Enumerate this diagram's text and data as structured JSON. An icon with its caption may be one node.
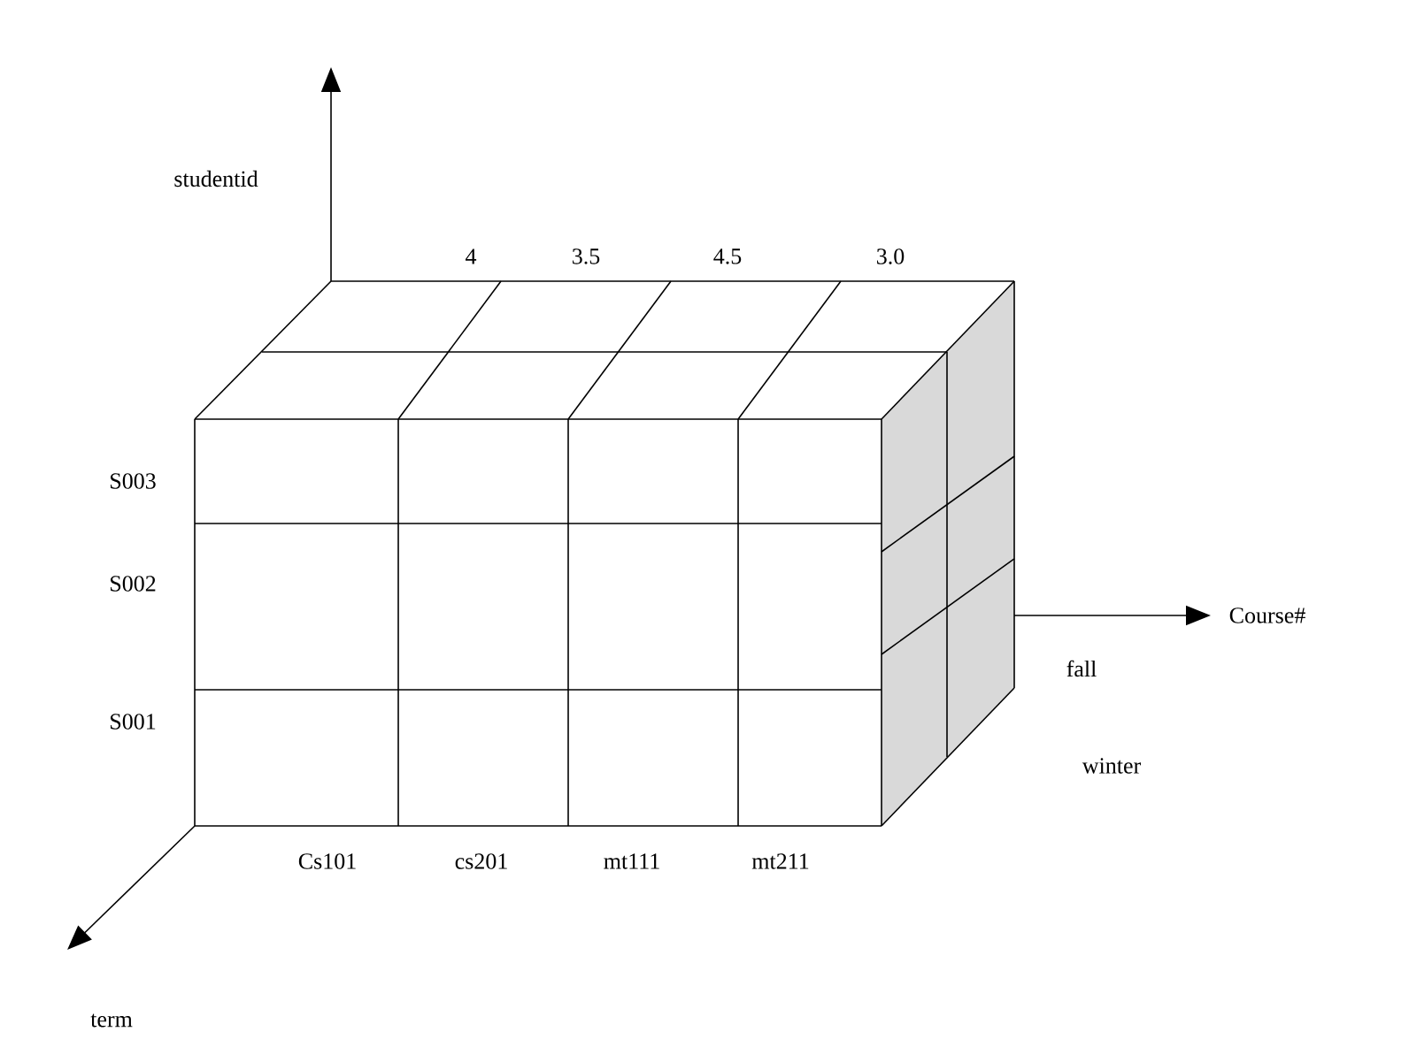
{
  "diagram": {
    "labels": [
      "studentid",
      "4",
      "3.5",
      "4.5",
      "3.0",
      "S003",
      "S002",
      "Course#",
      "S001",
      "fall",
      "Cs101",
      "cs201",
      "mt111",
      "mt211",
      "winter",
      "term"
    ]
  }
}
